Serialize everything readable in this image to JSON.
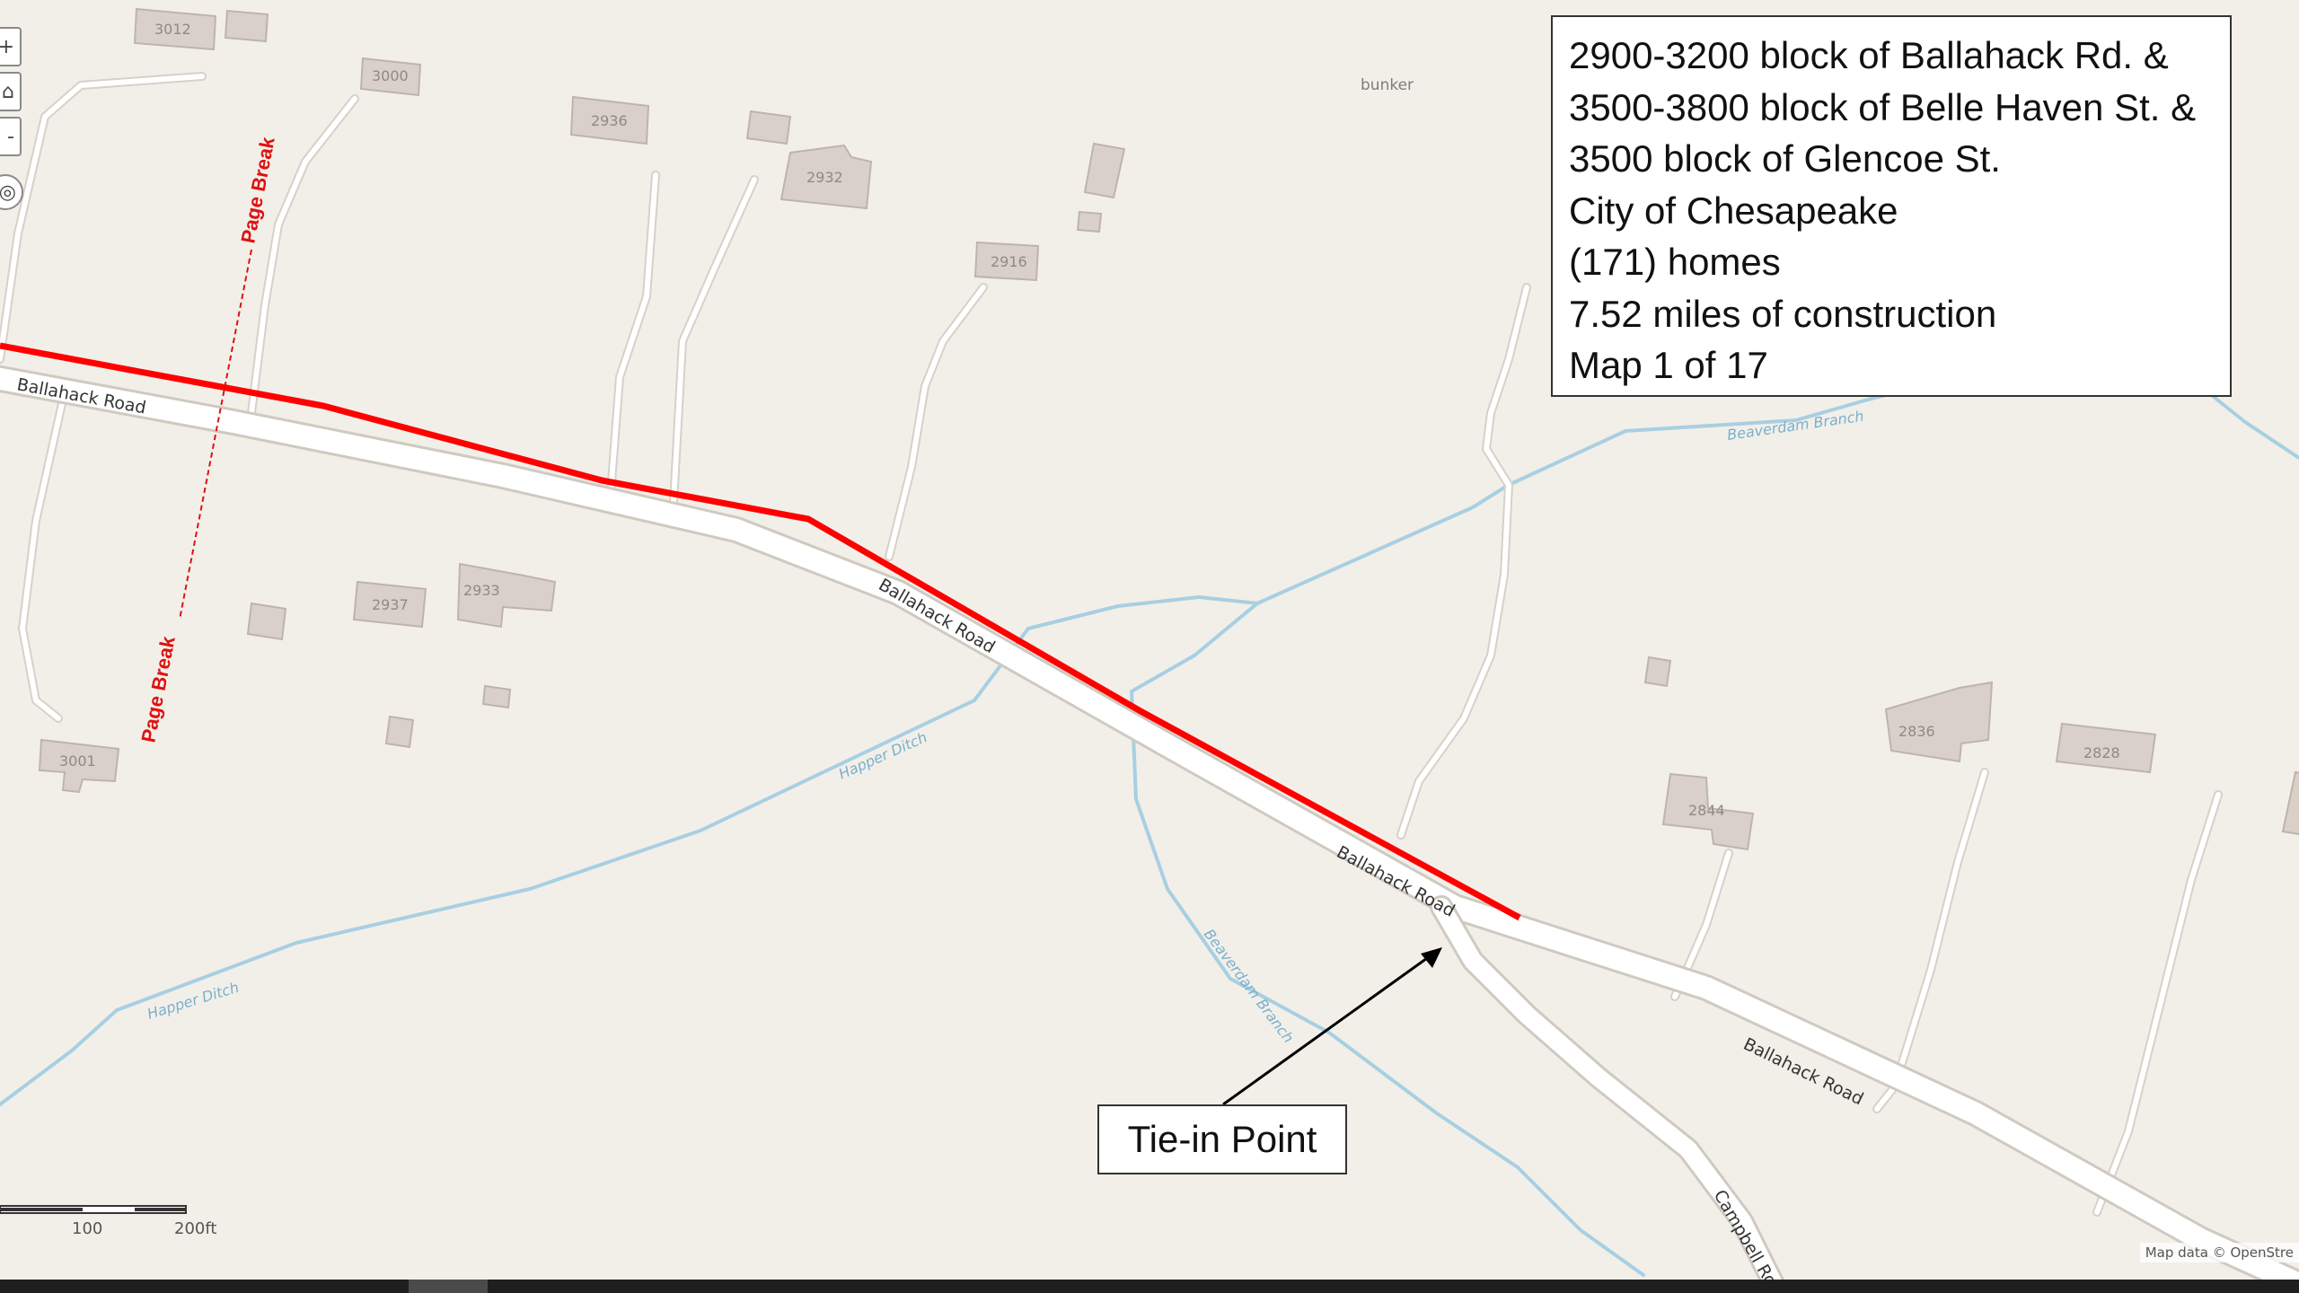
{
  "info_box": {
    "lines": [
      "2900-3200 block of Ballahack Rd. &",
      "3500-3800 block of Belle Haven St. &",
      "3500 block of Glencoe St.",
      "City of Chesapeake",
      "(171) homes",
      "7.52 miles of construction",
      "Map 1 of 17"
    ]
  },
  "callout": {
    "label": "Tie-in Point"
  },
  "page_break": {
    "label": "Page Break"
  },
  "roads": {
    "ballahack": "Ballahack Road",
    "campbell": "Campbell Ro"
  },
  "waterways": {
    "happer_ditch": "Happer Ditch",
    "beaverdam_branch": "Beaverdam Branch"
  },
  "poi": {
    "bunker": "bunker"
  },
  "buildings": [
    "3012",
    "3000",
    "2936",
    "2932",
    "2916",
    "2937",
    "2933",
    "3001",
    "2844",
    "2836",
    "2828"
  ],
  "scale_bar": {
    "mid_label": "100",
    "end_label": "200ft"
  },
  "controls": {
    "zoom_in": "+",
    "zoom_out": "-"
  },
  "attribution": "Map data © OpenStre",
  "colors": {
    "background": "#f2efe9",
    "construction_line": "#ff0000",
    "page_break": "#e01010",
    "water": "#a8cfe2",
    "building": "#d9d0c9"
  }
}
